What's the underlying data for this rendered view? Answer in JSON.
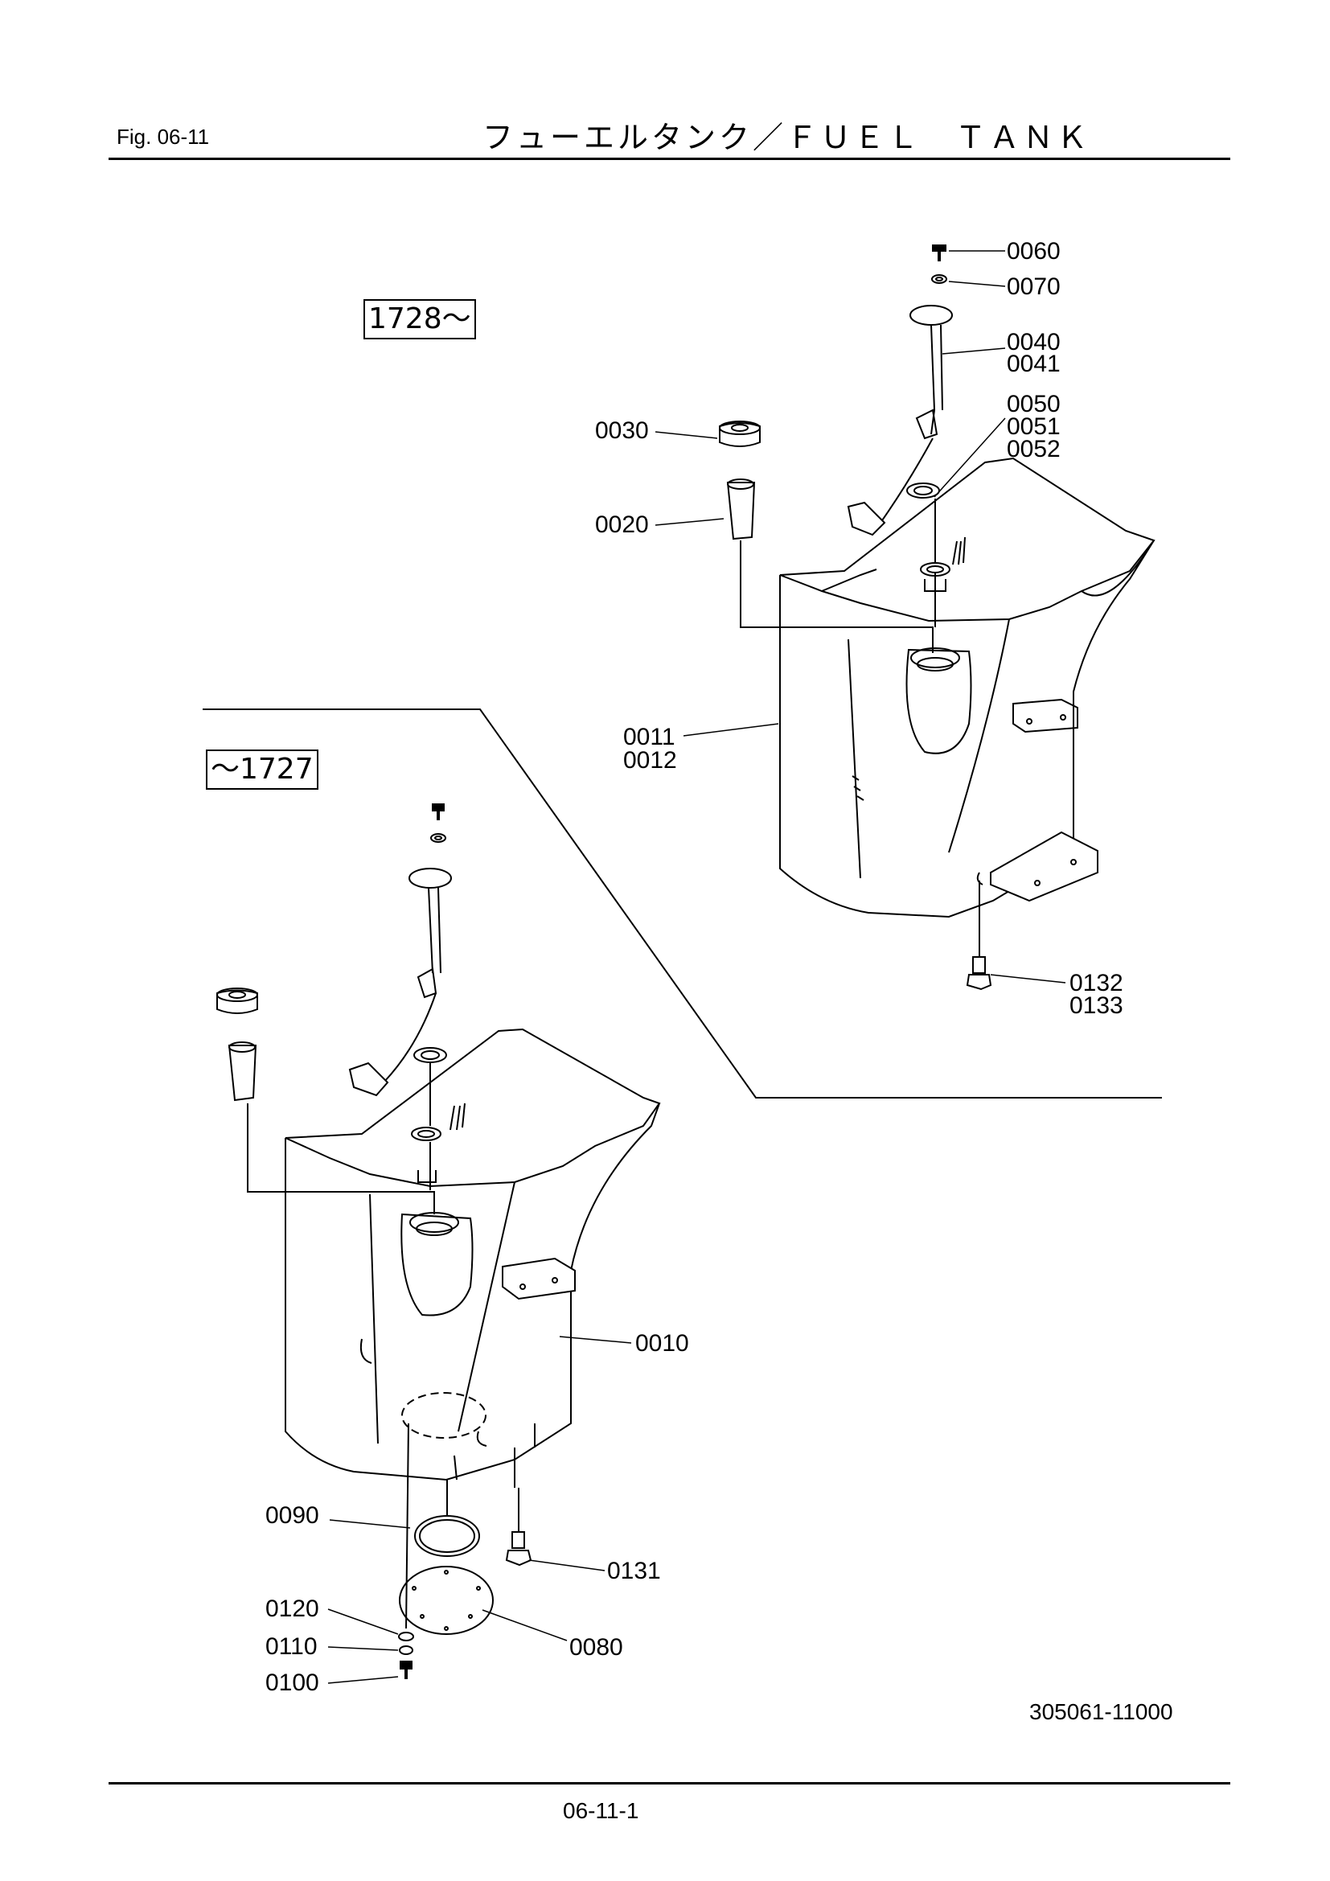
{
  "header": {
    "fig": "Fig.  06-11",
    "title": "フューエルタンク／ＦＵＥＬ　ＴＡＮＫ"
  },
  "serial": {
    "new": "1728～",
    "old": "～1727"
  },
  "callouts": {
    "c0060": "0060",
    "c0070": "0070",
    "c0040": "0040",
    "c0041": "0041",
    "c0050": "0050",
    "c0051": "0051",
    "c0052": "0052",
    "c0030": "0030",
    "c0020": "0020",
    "c0011": "0011",
    "c0012": "0012",
    "c0132": "0132",
    "c0133": "0133",
    "c0010": "0010",
    "c0090": "0090",
    "c0131": "0131",
    "c0120": "0120",
    "c0110": "0110",
    "c0100": "0100",
    "c0080": "0080"
  },
  "footer": {
    "drawing_no": "305061-11000",
    "page": "06-11-1"
  }
}
